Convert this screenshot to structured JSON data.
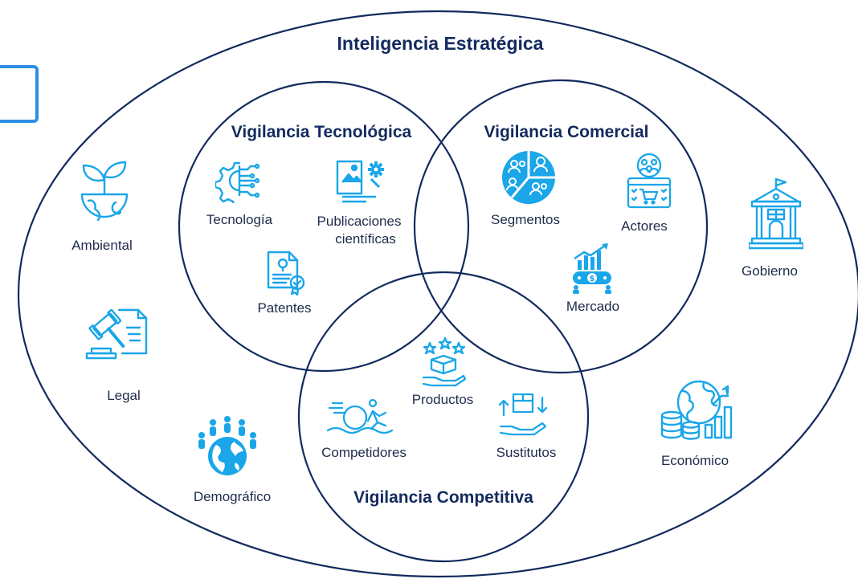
{
  "title": "Inteligencia Estratégica",
  "circles": {
    "tecnologica": {
      "title": "Vigilancia Tecnológica",
      "items": {
        "tecnologia": {
          "label": "Tecnología",
          "icon": "circuit-gear-icon"
        },
        "publicaciones": {
          "label_line1": "Publicaciones",
          "label_line2": "científicas",
          "icon": "publication-document-icon"
        },
        "patentes": {
          "label": "Patentes",
          "icon": "patent-certificate-icon"
        }
      }
    },
    "comercial": {
      "title": "Vigilancia Comercial",
      "items": {
        "segmentos": {
          "label": "Segmentos",
          "icon": "market-segments-pie-icon"
        },
        "actores": {
          "label": "Actores",
          "icon": "stakeholders-cart-icon"
        },
        "mercado": {
          "label": "Mercado",
          "icon": "market-growth-icon"
        }
      }
    },
    "competitiva": {
      "title": "Vigilancia Competitiva",
      "items": {
        "productos": {
          "label": "Productos",
          "icon": "product-box-stars-icon"
        },
        "competidores": {
          "label": "Competidores",
          "icon": "race-competitors-icon"
        },
        "sustitutos": {
          "label": "Sustitutos",
          "icon": "substitute-box-icon"
        }
      }
    }
  },
  "outer_items": {
    "ambiental": {
      "label": "Ambiental",
      "icon": "plant-globe-icon"
    },
    "legal": {
      "label": "Legal",
      "icon": "gavel-document-icon"
    },
    "demografico": {
      "label": "Demográfico",
      "icon": "people-globe-icon"
    },
    "gobierno": {
      "label": "Gobierno",
      "icon": "government-building-icon"
    },
    "economico": {
      "label": "Económico",
      "icon": "coins-globe-chart-icon"
    }
  },
  "colors": {
    "outline": "#132a5e",
    "icon": "#1aa6e8",
    "title": "#132a5e",
    "text": "#1e2b4a",
    "frame": "#2d8fe3"
  }
}
